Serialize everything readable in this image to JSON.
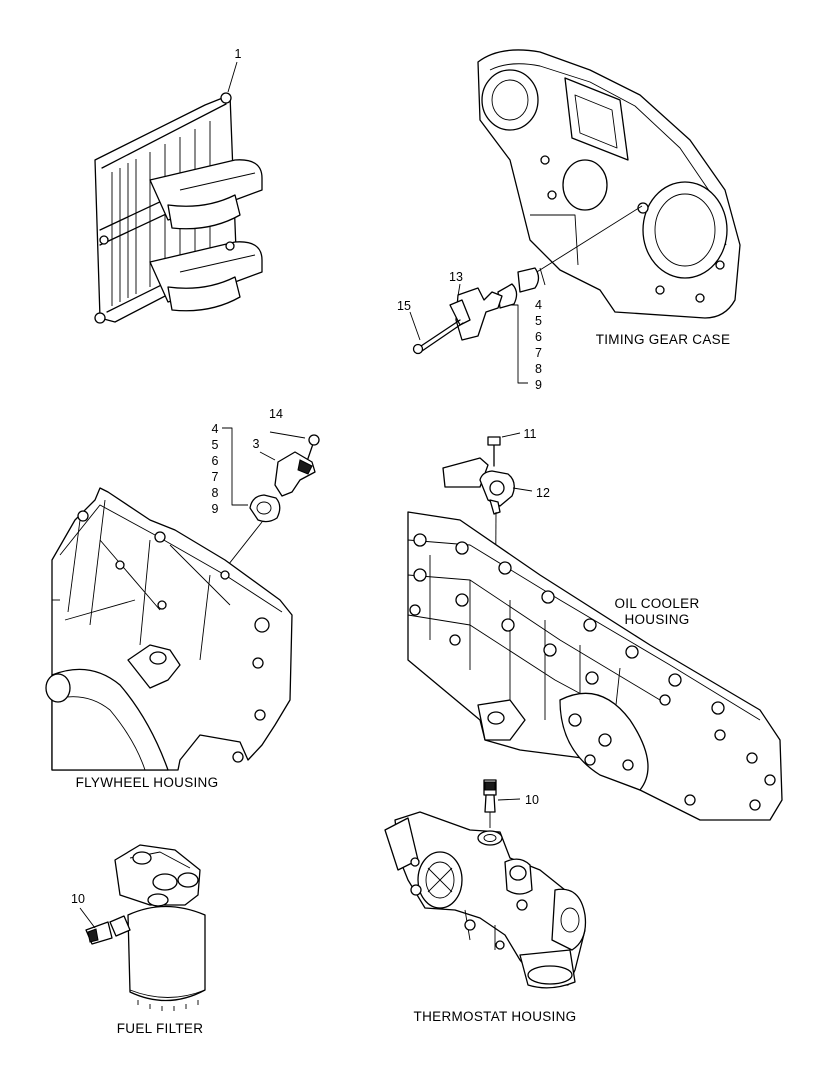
{
  "callouts": {
    "c1": "1",
    "c13": "13",
    "c15": "15",
    "c3": "3",
    "c14": "14",
    "c11": "11",
    "c12": "12",
    "c10a": "10",
    "c10b": "10",
    "right_group": [
      "4",
      "5",
      "6",
      "7",
      "8",
      "9"
    ],
    "left_group": [
      "4",
      "5",
      "6",
      "7",
      "8",
      "9"
    ]
  },
  "labels": {
    "timing_gear_case": "TIMING GEAR CASE",
    "oil_cooler_line1": "OIL COOLER",
    "oil_cooler_line2": "HOUSING",
    "flywheel_housing": "FLYWHEEL HOUSING",
    "fuel_filter": "FUEL FILTER",
    "thermostat_housing": "THERMOSTAT HOUSING"
  }
}
